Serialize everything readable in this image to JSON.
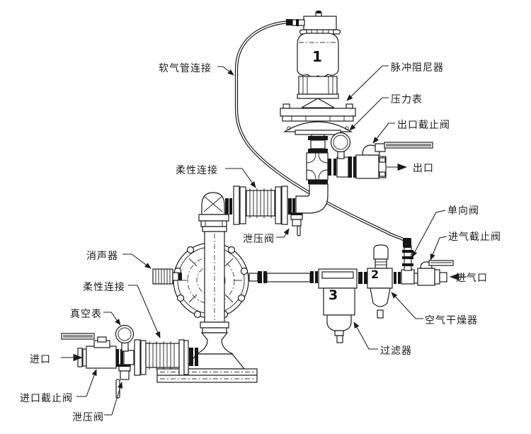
{
  "diagram": {
    "description": "Pneumatic diaphragm pump installation diagram",
    "colors": {
      "line": "#1c1c1c",
      "background": "#ffffff",
      "text": "#1b1b1b"
    },
    "labels": {
      "soft_hose_connection": "软气管连接",
      "pulse_damper": "脉冲阻尼器",
      "pressure_gauge": "压力表",
      "outlet_stop_valve": "出口截止阀",
      "outlet": "出口",
      "flexible_connection_upper": "柔性连接",
      "relief_valve_mid": "泄压阀",
      "check_valve": "单向阀",
      "air_inlet_stop_valve": "进气截止阀",
      "air_inlet": "进气口",
      "muffler": "消声器",
      "flexible_connection_lower": "柔性连接",
      "vacuum_gauge": "真空表",
      "inlet": "进口",
      "inlet_stop_valve": "进口截止阀",
      "relief_valve_bottom": "泄压阀",
      "air_dryer": "空气干燥器",
      "filter": "过滤器"
    },
    "callout_numbers": {
      "pulse_damper": "1",
      "air_dryer": "2",
      "filter": "3"
    }
  }
}
